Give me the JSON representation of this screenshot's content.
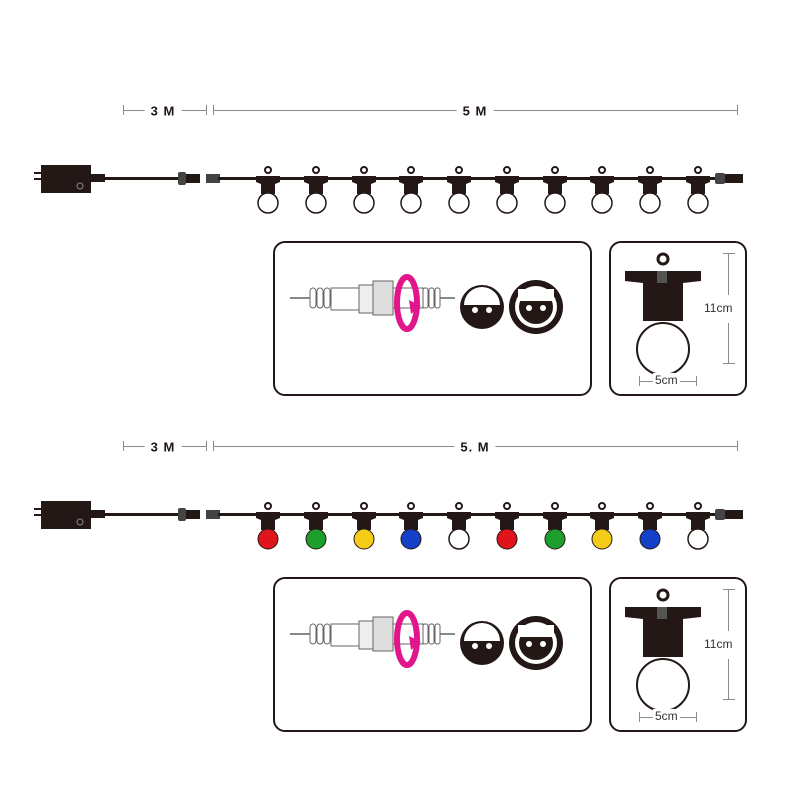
{
  "sections": [
    {
      "name": "white-string",
      "dimensions": {
        "lead_cable": "3 M",
        "string_length": "5 M"
      },
      "bulb_count": 10,
      "bulb_colors": [
        "#ffffff",
        "#ffffff",
        "#ffffff",
        "#ffffff",
        "#ffffff",
        "#ffffff",
        "#ffffff",
        "#ffffff",
        "#ffffff",
        "#ffffff"
      ],
      "bulb_size": {
        "height": "11cm",
        "width": "5cm"
      }
    },
    {
      "name": "multicolor-string",
      "dimensions": {
        "lead_cable": "3 M",
        "string_length": "5. M"
      },
      "bulb_count": 10,
      "bulb_colors": [
        "#e0151b",
        "#1e9e2c",
        "#f2cc17",
        "#1540c8",
        "#ffffff",
        "#e0151b",
        "#1e9e2c",
        "#f2cc17",
        "#1540c8",
        "#ffffff"
      ],
      "bulb_size": {
        "height": "11cm",
        "width": "5cm"
      }
    }
  ],
  "colors": {
    "cable": "#231815",
    "rotate_arrow": "#e0168a",
    "dimension_line": "#8a8a8a"
  }
}
